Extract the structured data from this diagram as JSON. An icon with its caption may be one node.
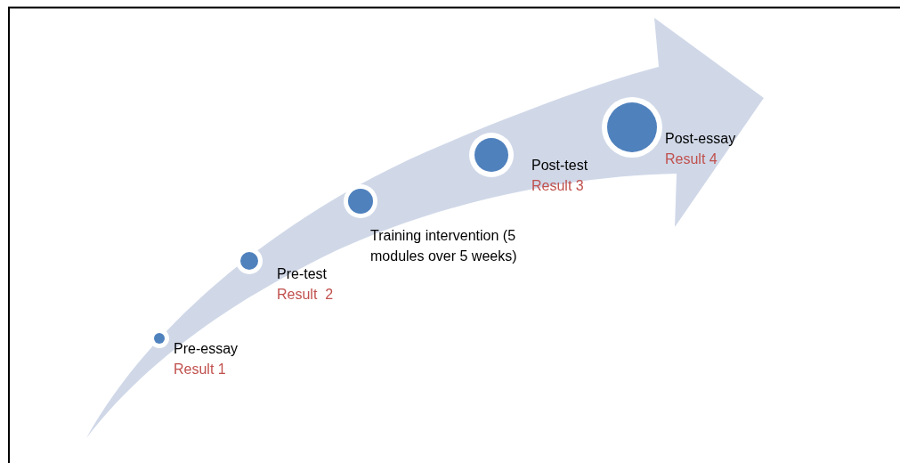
{
  "diagram": {
    "nodes": [
      {
        "text": [
          "Pre-essay",
          "Result 1"
        ]
      },
      {
        "text": [
          "Pre-test",
          "Result  2"
        ]
      },
      {
        "text": [
          "Training intervention (5 modules over 5 weeks)"
        ]
      },
      {
        "text": [
          "Post-test",
          "Result 3"
        ]
      },
      {
        "text": [
          "Post-essay",
          "Result 4"
        ]
      }
    ]
  }
}
